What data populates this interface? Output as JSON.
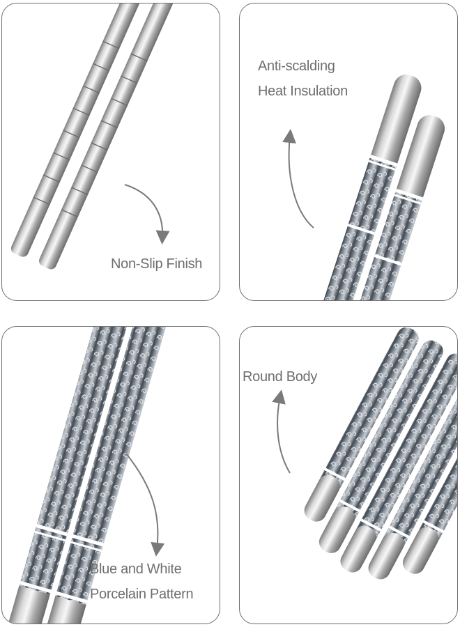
{
  "panels": [
    {
      "id": "non-slip",
      "caption_lines": [
        "Non-Slip Finish"
      ]
    },
    {
      "id": "anti-scalding",
      "caption_lines": [
        "Anti-scalding",
        "Heat Insulation"
      ]
    },
    {
      "id": "porcelain",
      "caption_lines": [
        "Blue and White",
        "Porcelain Pattern"
      ]
    },
    {
      "id": "round-body",
      "caption_lines": [
        "Round Body"
      ]
    }
  ],
  "colors": {
    "border": "#6f6f6f",
    "caption": "#6e6e6e",
    "arrow": "#7a7a7a",
    "steel_light": "#e9e9e9",
    "steel_dark": "#8c8c8c",
    "pattern_dark": "#4d5560",
    "pattern_light": "#c9ced4"
  }
}
